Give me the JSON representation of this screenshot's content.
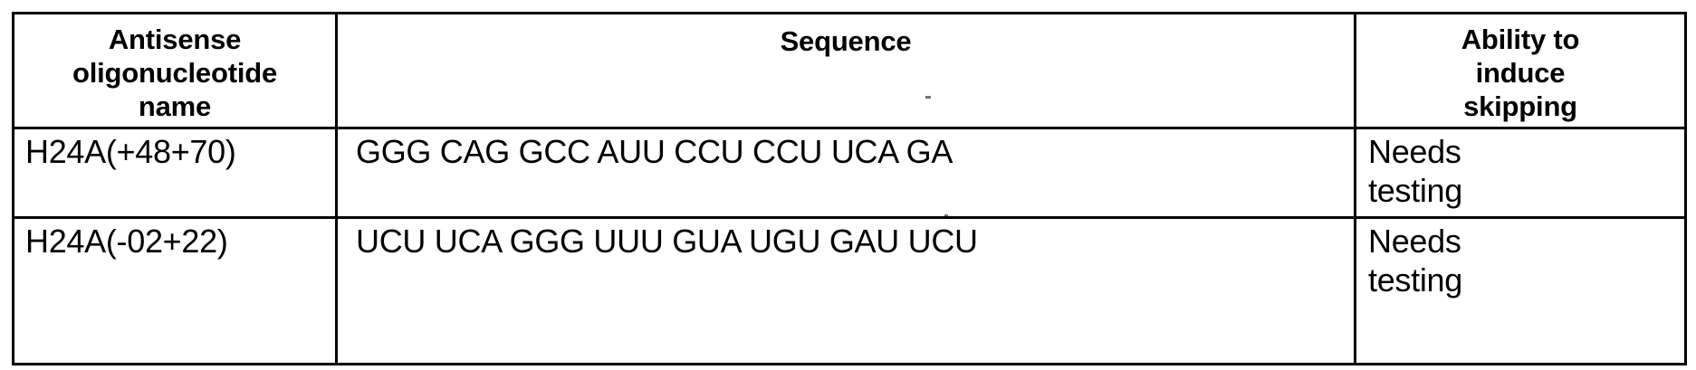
{
  "table": {
    "columns": [
      {
        "key": "name",
        "header": "Antisense oligonucleotide name"
      },
      {
        "key": "seq",
        "header": "Sequence"
      },
      {
        "key": "ability",
        "header": "Ability to induce skipping"
      }
    ],
    "headers": {
      "name_line1": "Antisense",
      "name_line2": "oligonucleotide",
      "name_line3": "name",
      "sequence": "Sequence",
      "ability_line1": "Ability to",
      "ability_line2": "induce",
      "ability_line3": "skipping"
    },
    "rows": [
      {
        "name": "H24A(+48+70)",
        "sequence": "GGG CAG GCC AUU CCU CCU UCA GA",
        "ability_line1": "Needs",
        "ability_line2": "testing"
      },
      {
        "name": "H24A(-02+22)",
        "sequence": "UCU UCA GGG UUU GUA UGU GAU UCU",
        "ability_line1": "Needs",
        "ability_line2": "testing"
      }
    ]
  },
  "style": {
    "ink_color": "#000000",
    "paper_color": "#ffffff"
  }
}
